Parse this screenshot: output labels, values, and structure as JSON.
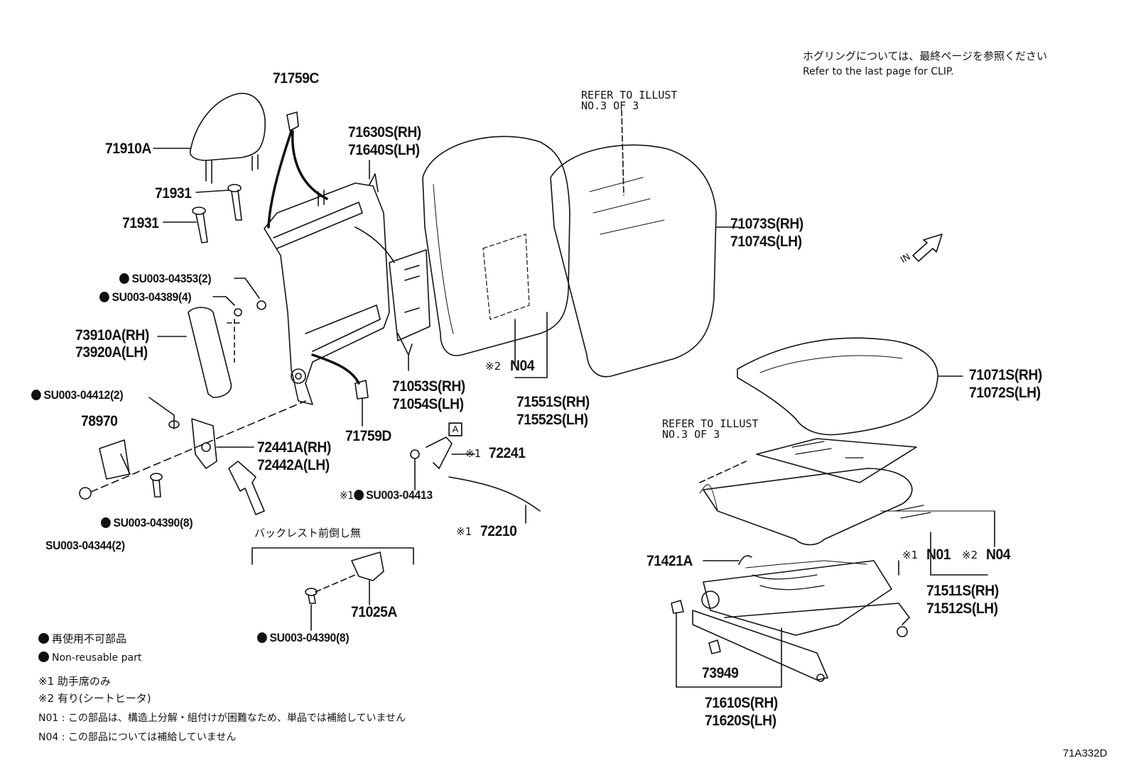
{
  "header": {
    "clip_note_jp": "ホグリングについては、最終ページを参照ください",
    "clip_note_en": "Refer to the last page for CLIP."
  },
  "refs": {
    "back": "REFER TO ILLUST\nNO.3 OF 3",
    "cushion": "REFER TO ILLUST\nNO.3 OF 3"
  },
  "parts": {
    "p71759C": "71759C",
    "p71910A": "71910A",
    "p71931a": "71931",
    "p71931b": "71931",
    "p71630": "71630S(RH)",
    "p71640": "71640S(LH)",
    "su04353": "SU003-04353(2)",
    "su04389": "SU003-04389(4)",
    "p73910": "73910A(RH)",
    "p73920": "73920A(LH)",
    "su04412": "SU003-04412(2)",
    "p78970": "78970",
    "p72441": "72441A(RH)",
    "p72442": "72442A(LH)",
    "su04390a": "SU003-04390(8)",
    "su04344": "SU003-04344(2)",
    "p71759D": "71759D",
    "p71053": "71053S(RH)",
    "p71054": "71054S(LH)",
    "n04a_prefix": "※2",
    "n04a": "N04",
    "p71551": "71551S(RH)",
    "p71552": "71552S(LH)",
    "p71073": "71073S(RH)",
    "p71074": "71074S(LH)",
    "in_label": "IN",
    "box_a": "A",
    "p72241_prefix": "※1",
    "p72241": "72241",
    "su04413_prefix": "※1",
    "su04413": "SU003-04413",
    "p72210_prefix": "※1",
    "p72210": "72210",
    "backrest_note": "バックレスト前倒し無",
    "p71025A": "71025A",
    "su04390b": "SU003-04390(8)",
    "p71071": "71071S(RH)",
    "p71072": "71072S(LH)",
    "p71421A": "71421A",
    "n01_prefix": "※1",
    "n01": "N01",
    "n04b_prefix": "※2",
    "n04b": "N04",
    "p71511": "71511S(RH)",
    "p71512": "71512S(LH)",
    "p73949": "73949",
    "p71610": "71610S(RH)",
    "p71620": "71620S(LH)"
  },
  "legend": {
    "nonreuse_jp": "再使用不可部品",
    "nonreuse_en": "Non-reusable part",
    "note1": "※1  助手席のみ",
    "note2": "※2  有り(シートヒータ)",
    "n01_note": "N01 : この部品は、構造上分解・組付けが困難なため、単品では補給していません",
    "n04_note": "N04 : この部品については補給していません"
  },
  "figure_id": "71A332D"
}
